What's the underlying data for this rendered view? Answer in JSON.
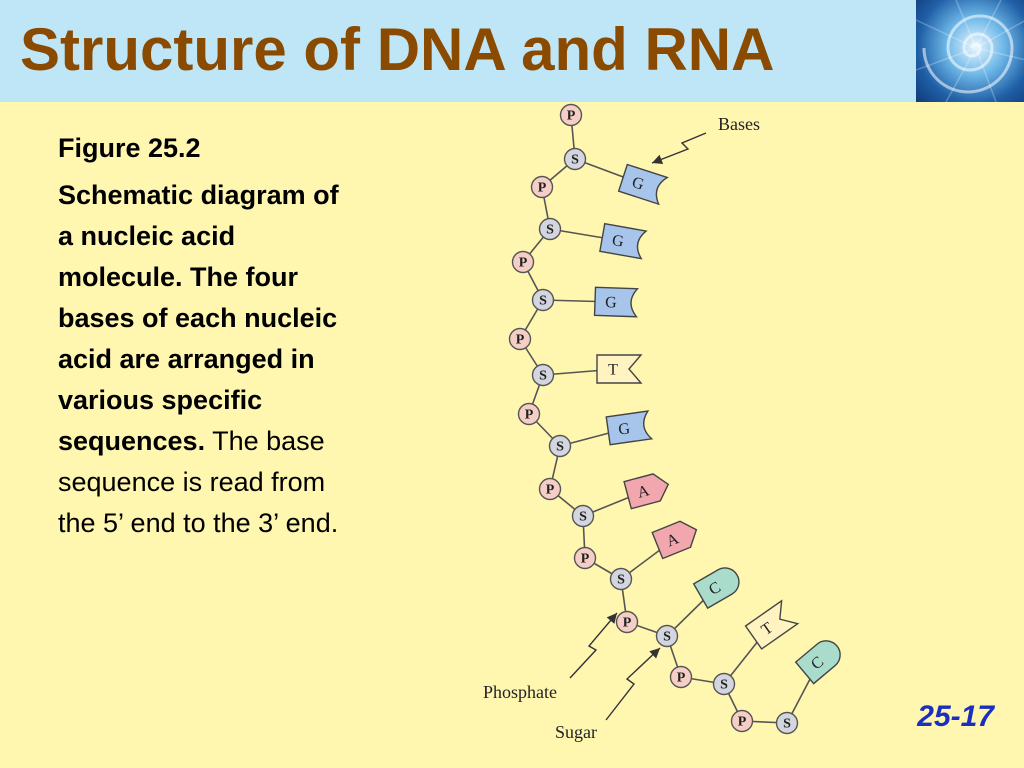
{
  "title": "Structure of DNA and RNA",
  "caption": {
    "figure_label": "Figure 25.2",
    "description_bold": "Schematic diagram of a nucleic acid molecule. The four  bases of each nucleic acid are arranged in various specific sequences.",
    "description_plain": " The base sequence is read from the 5’ end to the 3’ end."
  },
  "diagram": {
    "labels": {
      "bases": "Bases",
      "phosphate": "Phosphate",
      "sugar": "Sugar"
    },
    "phosphate_symbol": "P",
    "sugar_symbol": "S",
    "sequence": [
      "G",
      "G",
      "G",
      "T",
      "G",
      "A",
      "A",
      "C",
      "T",
      "C"
    ],
    "colors": {
      "G": "#a7c4ea",
      "T": "#fff3c2",
      "A": "#f2a7ae",
      "C": "#a9dccb",
      "phosphate": "#f5cfc6",
      "sugar": "#d3d6df"
    }
  },
  "page_number": "25-17"
}
